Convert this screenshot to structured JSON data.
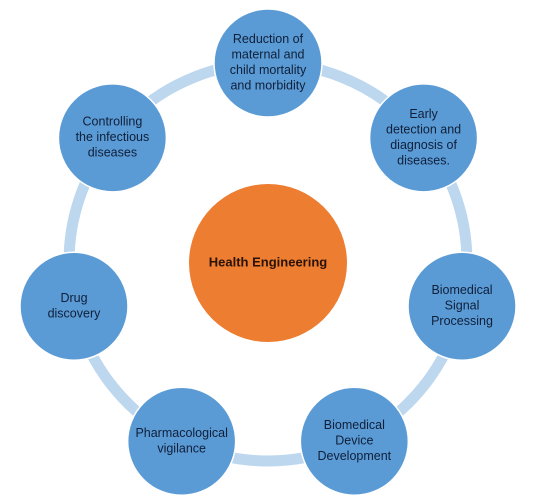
{
  "center": {
    "label": "Health Engineering",
    "color": "#ED7D31"
  },
  "ring_color": "#BDD7EE",
  "node_color": "#5B9BD5",
  "node_stroke": "#ffffff",
  "nodes": [
    {
      "id": "maternal",
      "lines": [
        "Reduction of",
        "maternal and",
        "child mortality",
        "and morbidity"
      ]
    },
    {
      "id": "early-detection",
      "lines": [
        "Early",
        "detection and",
        "diagnosis of",
        "diseases."
      ]
    },
    {
      "id": "signal",
      "lines": [
        "Biomedical",
        "Signal",
        "Processing"
      ]
    },
    {
      "id": "device",
      "lines": [
        "Biomedical",
        "Device",
        "Development"
      ]
    },
    {
      "id": "pharma",
      "lines": [
        "Pharmacological",
        "vigilance"
      ]
    },
    {
      "id": "drug",
      "lines": [
        "Drug",
        "discovery"
      ]
    },
    {
      "id": "infectious",
      "lines": [
        "Controlling",
        "the infectious",
        "diseases"
      ]
    }
  ]
}
